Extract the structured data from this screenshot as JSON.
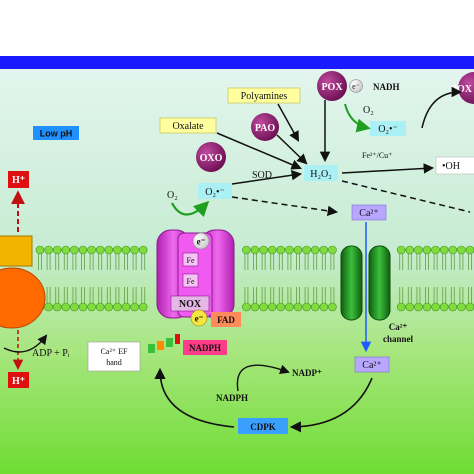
{
  "labels": {
    "low_ph": "Low pH",
    "polyamines": "Polyamines",
    "oxalate": "Oxalate",
    "pao": "PAO",
    "oxo": "OXO",
    "pox_1": "POX",
    "pox_2": "POX",
    "electron": "e⁻",
    "nadh": "NADH",
    "o2_top": "O₂",
    "superoxide_top": "O₂•⁻",
    "fe_cu": "Fe²⁺/Cu⁺",
    "hydroxyl": "•OH",
    "sod": "SOD",
    "h2o2": "H₂O₂",
    "o2_left": "O₂",
    "superoxide_left": "O₂•⁻",
    "ca_top": "Ca²⁺",
    "h_plus_top": "H⁺",
    "h_plus_bottom": "H⁺",
    "adp": "ADP + Pᵢ",
    "ca_ef_hand_1": "Ca²⁺ EF",
    "ca_ef_hand_2": "hand",
    "fe_1": "Fe",
    "fe_2": "Fe",
    "nox": "NOX",
    "fad": "FAD",
    "nadph_box": "NADPH",
    "nadph": "NADPH",
    "nadp": "NADP⁺",
    "ca_channel_1": "Ca²⁺",
    "ca_channel_2": "channel",
    "ca_bottom": "Ca²⁺",
    "cdpk": "CDPK"
  },
  "colors": {
    "cell_wall": "#1a1aff",
    "apoplast_top": "#d9f1ea",
    "cytosol_bottom": "#74e03a",
    "membrane_head": "#7fdc3c",
    "nox_protein": "#e23ce0",
    "pox_ball": "#8b1a6b",
    "ca_channel": "#1f8a1f",
    "atpase": "#ff6a00",
    "low_ph_box": "#1e90ff",
    "cdpk_box": "#3aa0ff",
    "superoxide_box": "#aaf0f5",
    "oxalate_box": "#ffffa0",
    "nadph_box": "#ff3c8a",
    "fad_box": "#ff8a5a"
  }
}
